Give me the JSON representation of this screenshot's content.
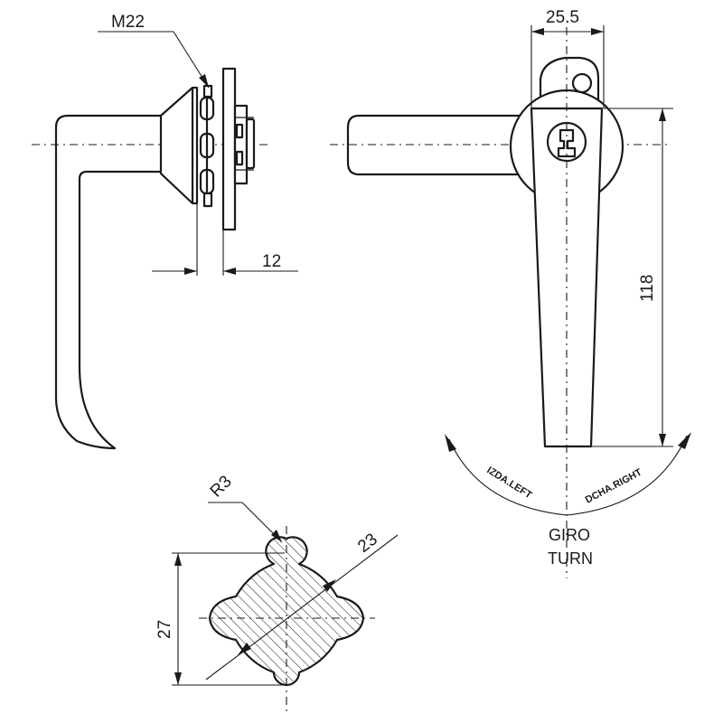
{
  "dimensions": {
    "thread": "M22",
    "panel_thickness": "12",
    "lever_width": "25.5",
    "lever_length": "118",
    "tip_radius": "R3",
    "square_size": "23",
    "overall_height": "27"
  },
  "rotation": {
    "left": "IZDA.LEFT",
    "right": "DCHA.RIGHT",
    "turn_es": "GIRO",
    "turn_en": "TURN"
  }
}
